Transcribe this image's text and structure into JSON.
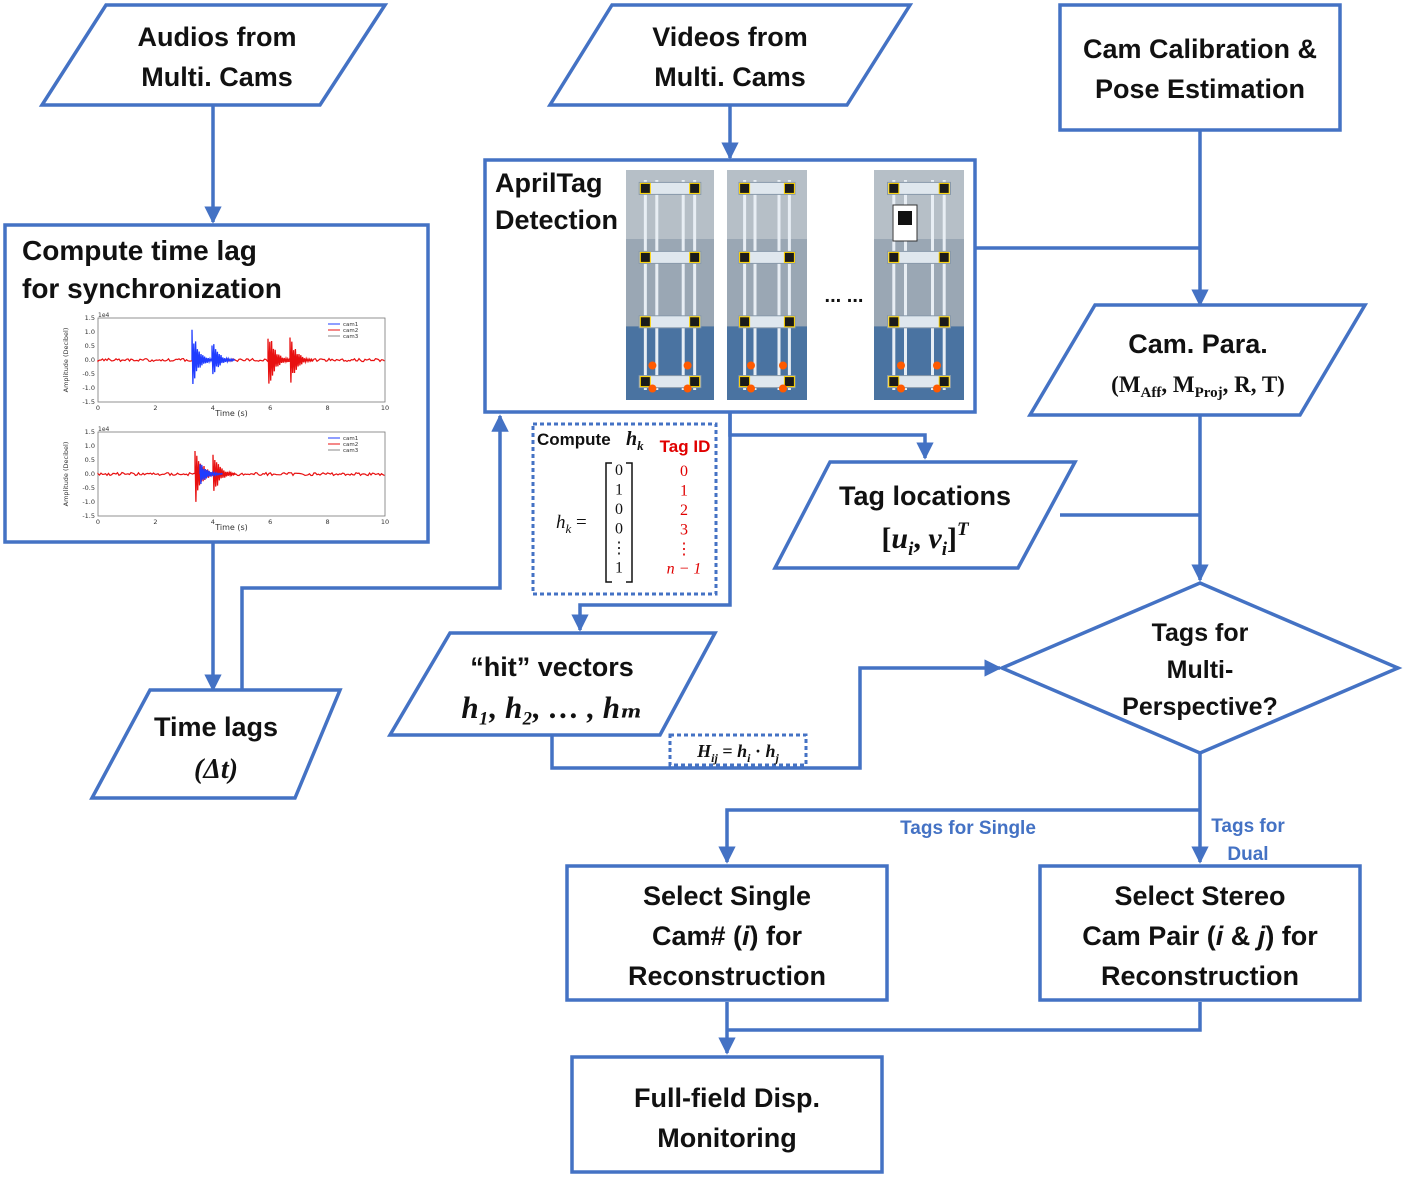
{
  "colors": {
    "flow": "#4472c4",
    "text": "#111111",
    "accent_red": "#e00000",
    "sig_blue": "#1f3cff",
    "sig_red": "#e81010"
  },
  "nodes": {
    "audios": {
      "line1": "Audios from",
      "line2": "Multi. Cams"
    },
    "videos": {
      "line1": "Videos from",
      "line2": "Multi. Cams"
    },
    "calib": {
      "line1": "Cam Calibration &",
      "line2": "Pose Estimation"
    },
    "timelag": {
      "line1": "Compute time lag",
      "line2": "for synchronization"
    },
    "apriltag": {
      "line1": "AprilTag",
      "line2": "Detection",
      "ellipsis": "... ..."
    },
    "campara": {
      "line1": "Cam. Para.",
      "line2": "(M_Aff, M_Proj, R, T)"
    },
    "computehk": {
      "title": "Compute",
      "var": "h",
      "sub": "k",
      "tag_header": "Tag ID",
      "lhs": "h",
      "lhs_sub": "k",
      "eq": "=",
      "vector": [
        "0",
        "1",
        "0",
        "0",
        "⋮",
        "1"
      ],
      "tag_ids": [
        "0",
        "1",
        "2",
        "3",
        "⋮",
        "n − 1"
      ]
    },
    "taglocations": {
      "line1": "Tag locations",
      "line2": "[u",
      "sub_i": "i",
      "comma": ", v",
      "line2_tail": "]",
      "sup": "T"
    },
    "hitvectors": {
      "line1": "“hit” vectors",
      "line2": "h₁, h₂, … , hₘ"
    },
    "hij": {
      "text": "H",
      "sub": "ij",
      "rest": " = h",
      "sub_i": "i",
      "dot": " · h",
      "sub_j": "j"
    },
    "timelags": {
      "line1": "Time lags",
      "line2": "(Δt)"
    },
    "decision": {
      "line1": "Tags for",
      "line2": "Multi-",
      "line3": "Perspective?"
    },
    "single": {
      "line1": "Select Single",
      "line2": "Cam# (i) for",
      "line3": "Reconstruction"
    },
    "stereo": {
      "line1": "Select Stereo",
      "line2": "Cam Pair (i & j) for",
      "line3": "Reconstruction"
    },
    "fullfield": {
      "line1": "Full-field Disp.",
      "line2": "Monitoring"
    }
  },
  "edge_labels": {
    "single": "Tags for Single",
    "dual_1": "Tags for",
    "dual_2": "Dual"
  },
  "signal_plots": {
    "top": {
      "yticks": [
        "1.5",
        "1.0",
        "0.5",
        "0.0",
        "-0.5",
        "-1.0",
        "-1.5"
      ],
      "xticks": [
        "0",
        "2",
        "4",
        "6",
        "8",
        "10"
      ],
      "xlabel": "Time (s)",
      "ylabel": "Amplitude (Decibel)",
      "scale": "1e4",
      "legend": [
        "cam1",
        "cam2",
        "cam3"
      ]
    },
    "bottom": {
      "yticks": [
        "1.5",
        "1.0",
        "0.5",
        "0.0",
        "-0.5",
        "-1.0",
        "-1.5"
      ],
      "xticks": [
        "0",
        "2",
        "4",
        "6",
        "8",
        "10"
      ],
      "xlabel": "Time (s)",
      "ylabel": "Amplitude (Decibel)",
      "scale": "1e4",
      "legend": [
        "cam1",
        "cam2",
        "cam3"
      ]
    }
  }
}
